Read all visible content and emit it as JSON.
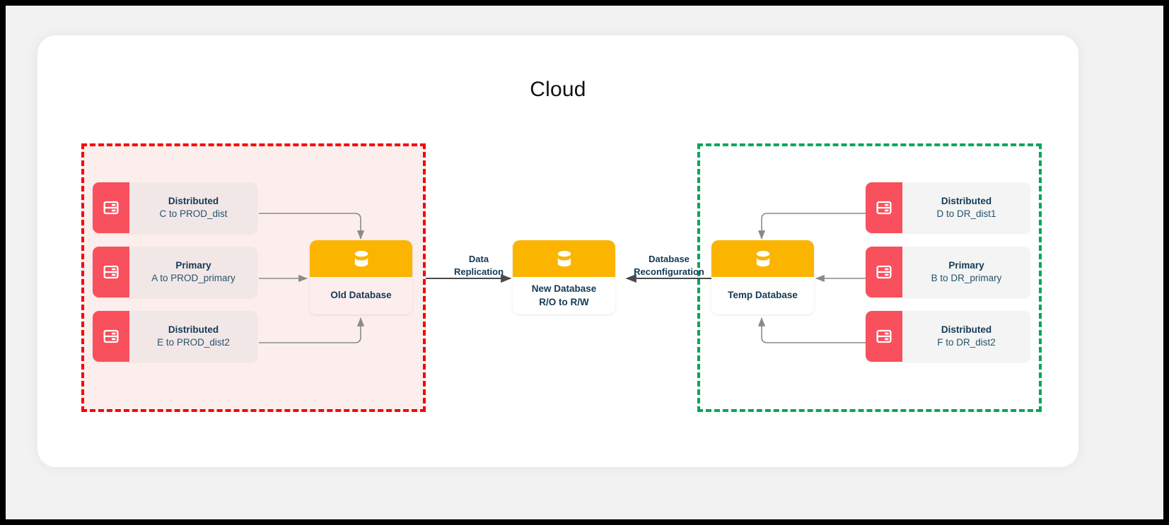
{
  "diagram": {
    "title": "Cloud",
    "groups": [
      {
        "id": "prod",
        "border_color": "#fb0000",
        "fill_color": "#fdeeee",
        "style": "dashed"
      },
      {
        "id": "dr",
        "border_color": "#00a759",
        "fill_color": "transparent",
        "style": "dashed"
      }
    ],
    "colors": {
      "server_badge": "#f8505c",
      "database_cap": "#fbb400",
      "node_text": "#123a56",
      "node_subtext": "#25536b",
      "wire": "#8a8a8a",
      "canvas": "#ffffff",
      "frame": "#f2f2f2"
    },
    "prod_nodes": [
      {
        "title": "Distributed",
        "subtitle": "C to PROD_dist",
        "icon": "server-icon"
      },
      {
        "title": "Primary",
        "subtitle": "A to PROD_primary",
        "icon": "server-icon"
      },
      {
        "title": "Distributed",
        "subtitle": "E to PROD_dist2",
        "icon": "server-icon"
      }
    ],
    "dr_nodes": [
      {
        "title": "Distributed",
        "subtitle": "D to DR_dist1",
        "icon": "server-icon"
      },
      {
        "title": "Primary",
        "subtitle": "B to DR_primary",
        "icon": "server-icon"
      },
      {
        "title": "Distributed",
        "subtitle": "F to DR_dist2",
        "icon": "server-icon"
      }
    ],
    "databases": [
      {
        "id": "old",
        "label": "Old Database",
        "label2": "",
        "icon": "database-icon"
      },
      {
        "id": "new",
        "label": "New Database",
        "label2": "R/O to R/W",
        "icon": "database-icon"
      },
      {
        "id": "temp",
        "label": "Temp Database",
        "label2": "",
        "icon": "database-icon"
      }
    ],
    "edge_labels": [
      {
        "id": "replication",
        "line1": "Data",
        "line2": "Replication"
      },
      {
        "id": "reconfiguration",
        "line1": "Database",
        "line2": "Reconfiguration"
      }
    ]
  }
}
